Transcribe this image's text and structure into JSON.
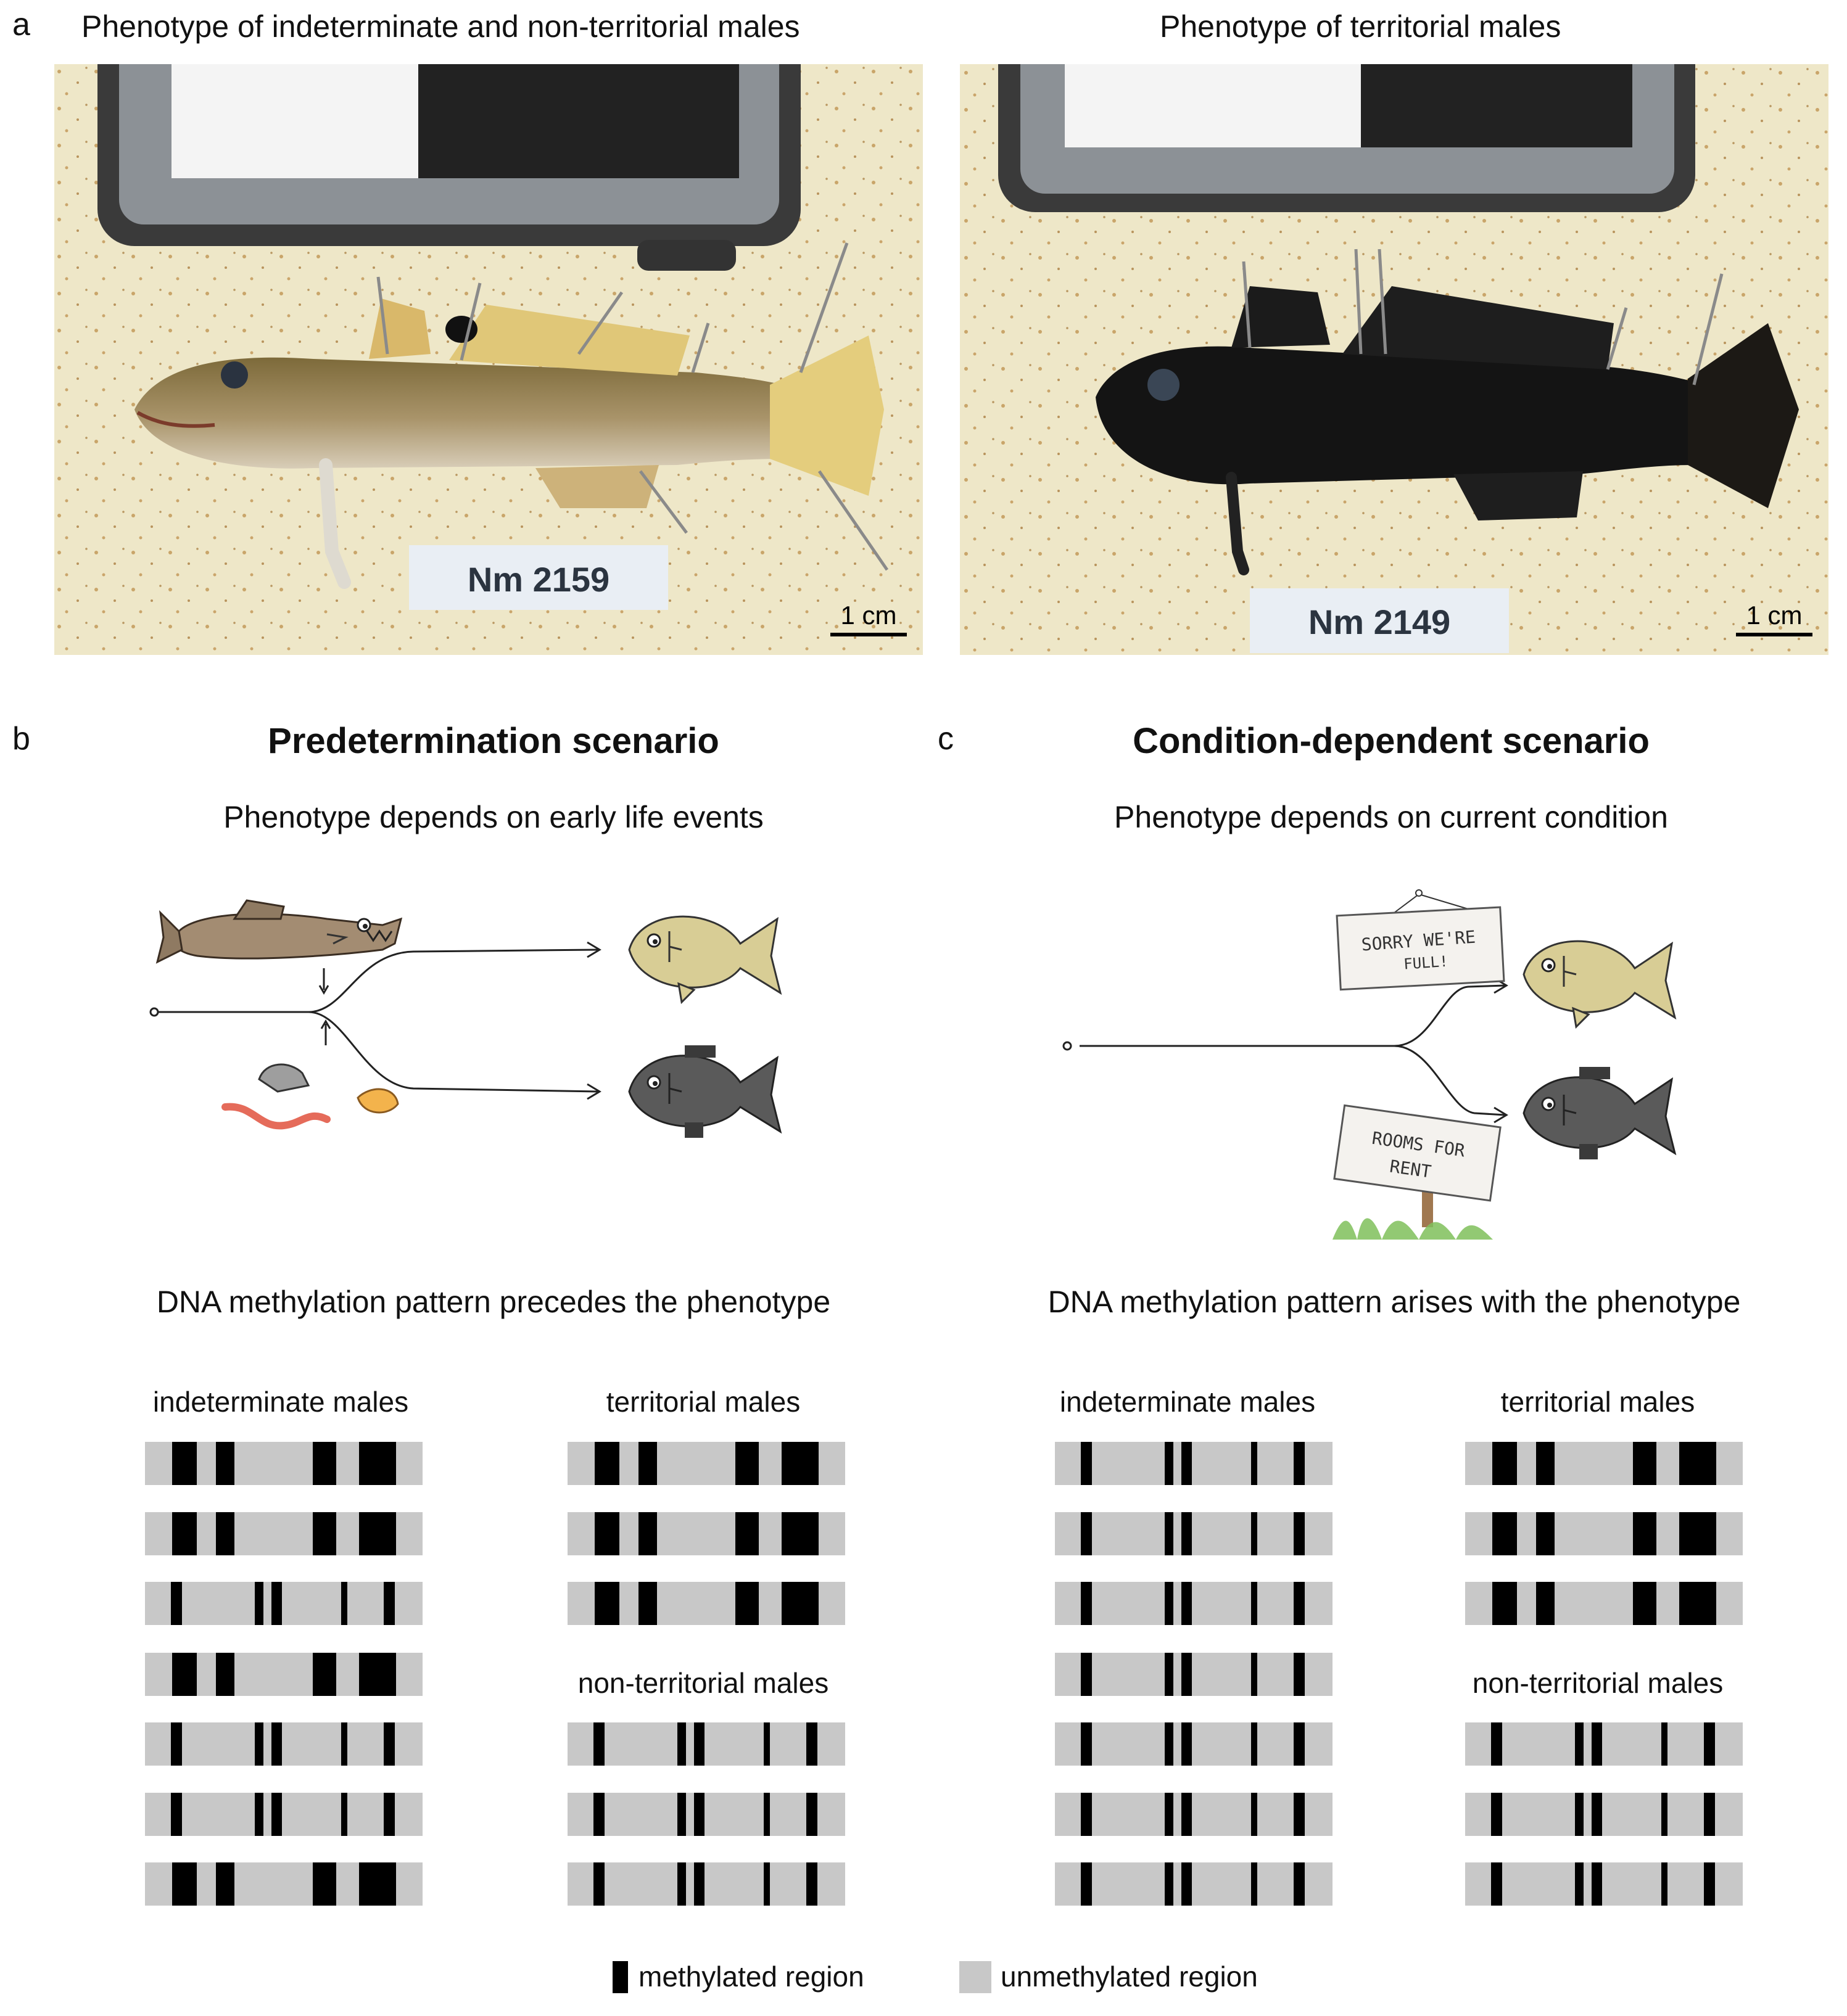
{
  "panel_a": {
    "letter": "a",
    "left_title": "Phenotype of indeterminate and non-territorial males",
    "right_title": "Phenotype of territorial males",
    "left_tag": "Nm 2159",
    "right_tag": "Nm 2149",
    "scale_label": "1 cm"
  },
  "panel_b": {
    "letter": "b",
    "title": "Predetermination scenario",
    "subtitle": "Phenotype depends on early life events",
    "methylation_caption": "DNA methylation pattern precedes the phenotype",
    "groups": {
      "indeterminate": "indeterminate males",
      "territorial": "territorial males",
      "non_territorial": "non-territorial males"
    }
  },
  "panel_c": {
    "letter": "c",
    "title": "Condition-dependent scenario",
    "subtitle": "Phenotype depends on current condition",
    "methylation_caption": "DNA methylation pattern arises with the phenotype",
    "sign_full_line1": "SORRY WE'RE",
    "sign_full_line2": "FULL!",
    "sign_rent_line1": "ROOMS FOR",
    "sign_rent_line2": "RENT",
    "groups": {
      "indeterminate": "indeterminate males",
      "territorial": "territorial males",
      "non_territorial": "non-territorial males"
    }
  },
  "legend": {
    "methylated": "methylated region",
    "unmethylated": "unmethylated region"
  },
  "colors": {
    "methylated": "#000000",
    "unmethylated": "#c8c8c8",
    "pale_fish": "#d8cd95",
    "dark_fish": "#5a5a5a"
  }
}
